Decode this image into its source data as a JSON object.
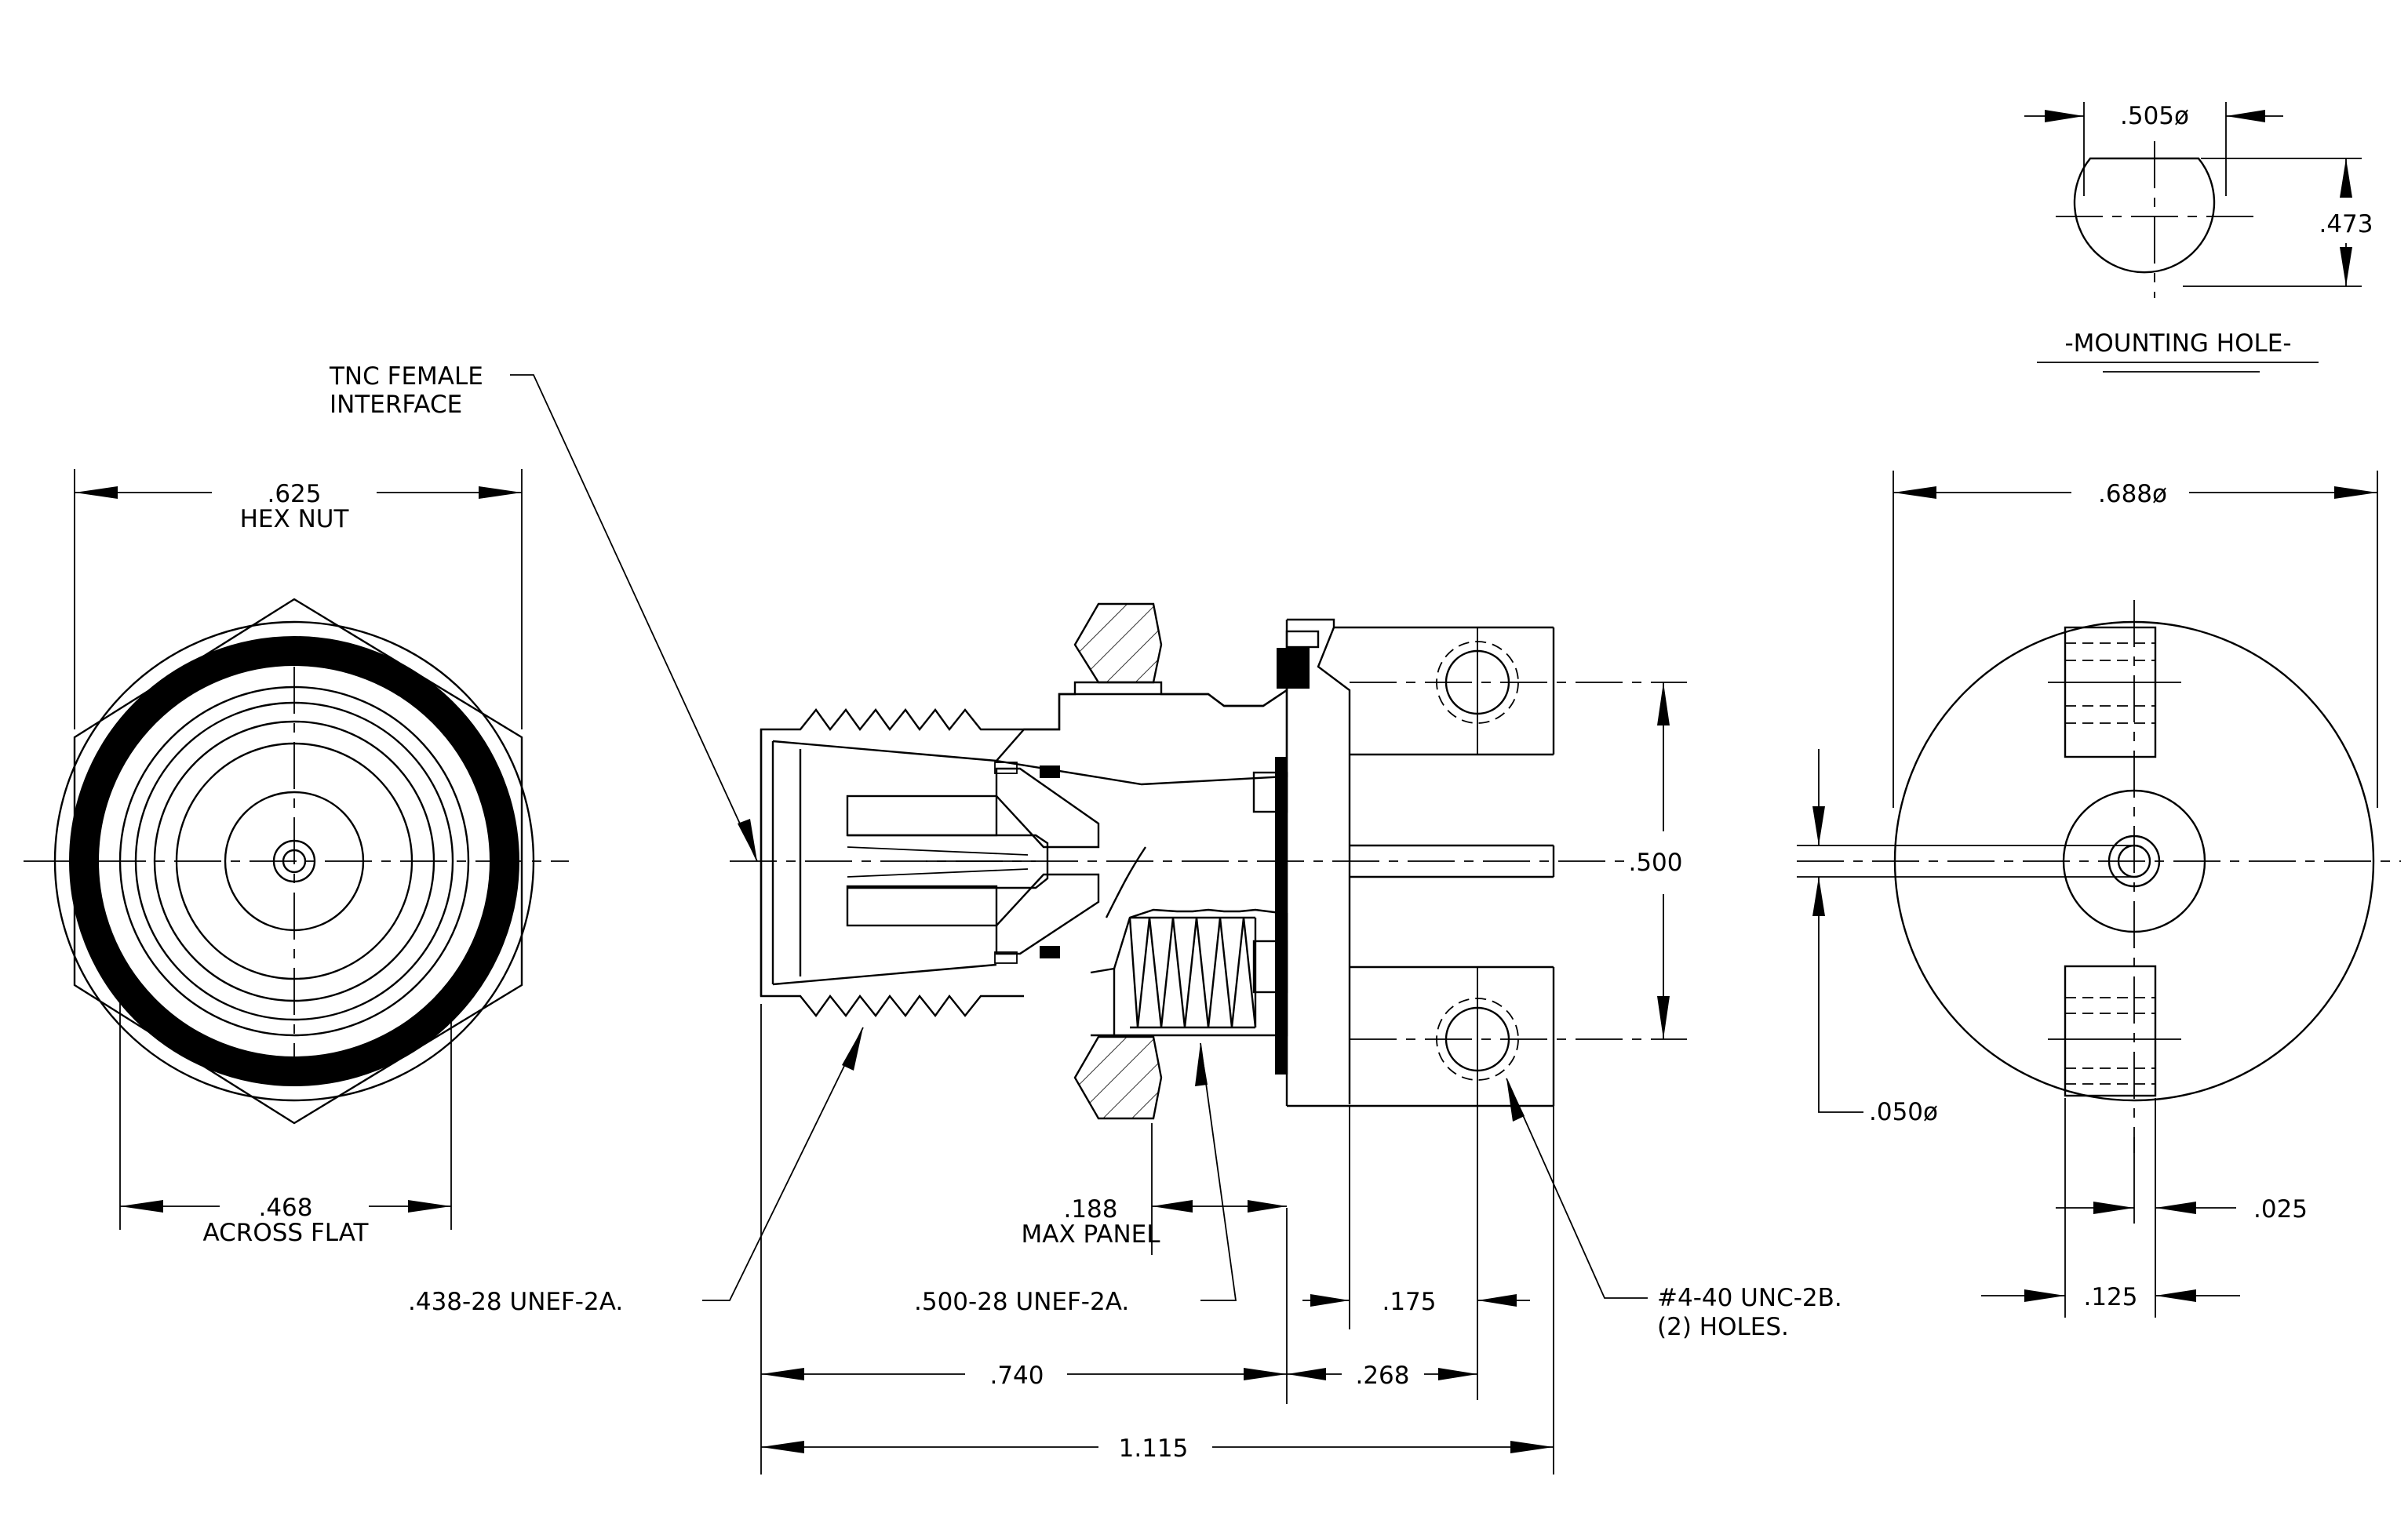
{
  "labels": {
    "hex_nut_dim": ".625",
    "hex_nut": "HEX NUT",
    "across_flat_dim": ".468",
    "across_flat": "ACROSS FLAT",
    "tnc_line1": "TNC FEMALE",
    "tnc_line2": "INTERFACE",
    "thread_438": ".438-28 UNEF-2A.",
    "thread_500": ".500-28 UNEF-2A.",
    "max_panel_dim": ".188",
    "max_panel": "MAX PANEL",
    "dim_740": ".740",
    "dim_268": ".268",
    "dim_1115": "1.115",
    "dim_175": ".175",
    "dim_500": ".500",
    "holes_line1": "#4-40 UNC-2B.",
    "holes_line2": "(2) HOLES.",
    "mount_dia": ".505ø",
    "mount_flat": ".473",
    "mount_title": "-MOUNTING HOLE-",
    "flange_dia": ".688ø",
    "pin_dia": ".050ø",
    "dim_025": ".025",
    "dim_125": ".125"
  }
}
